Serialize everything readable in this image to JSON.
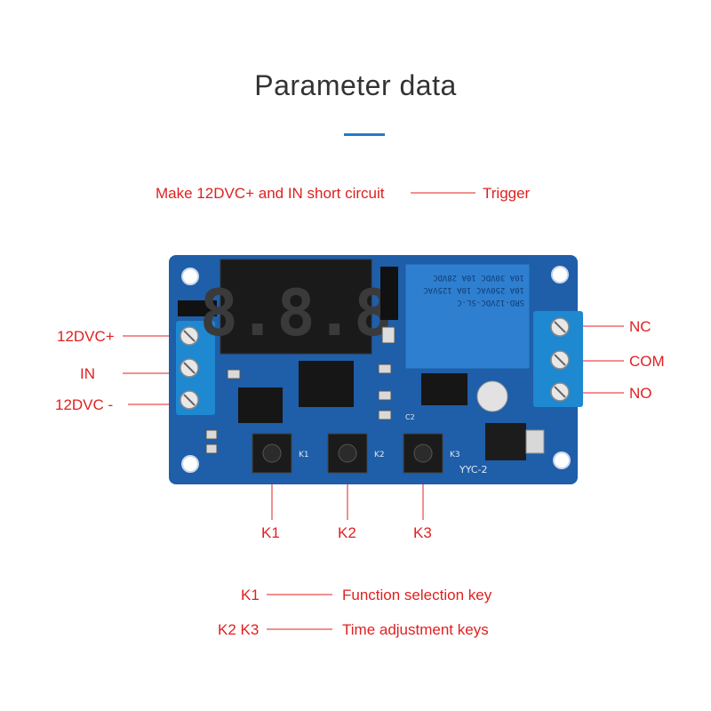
{
  "header": {
    "title": "Parameter data",
    "accent_color": "#2a78c8"
  },
  "trigger": {
    "condition": "Make 12DVC+ and IN short circuit",
    "result": "Trigger"
  },
  "left_terminals": [
    "12DVC+",
    "IN",
    "12DVC -"
  ],
  "right_terminals": [
    "NC",
    "COM",
    "NO"
  ],
  "keys": [
    "K1",
    "K2",
    "K3"
  ],
  "board_print": {
    "k1": "K1",
    "k2": "K2",
    "k3": "K3",
    "model": "YYC-2",
    "cap": "C2"
  },
  "display": {
    "digits": "8.8.8"
  },
  "relay": {
    "line1": "SRD-12VDC-SL-C",
    "line2": "10A 250VAC  10A 125VAC",
    "line3": "10A 30VDC  10A 28VDC"
  },
  "legend": [
    {
      "key": "K1",
      "desc": "Function selection key"
    },
    {
      "key": "K2 K3",
      "desc": "Time adjustment keys"
    }
  ],
  "colors": {
    "label_red": "#e02020",
    "board_blue": "#1f5ea8",
    "relay_blue": "#2f7fd0",
    "terminal_blue": "#1e88d0"
  }
}
